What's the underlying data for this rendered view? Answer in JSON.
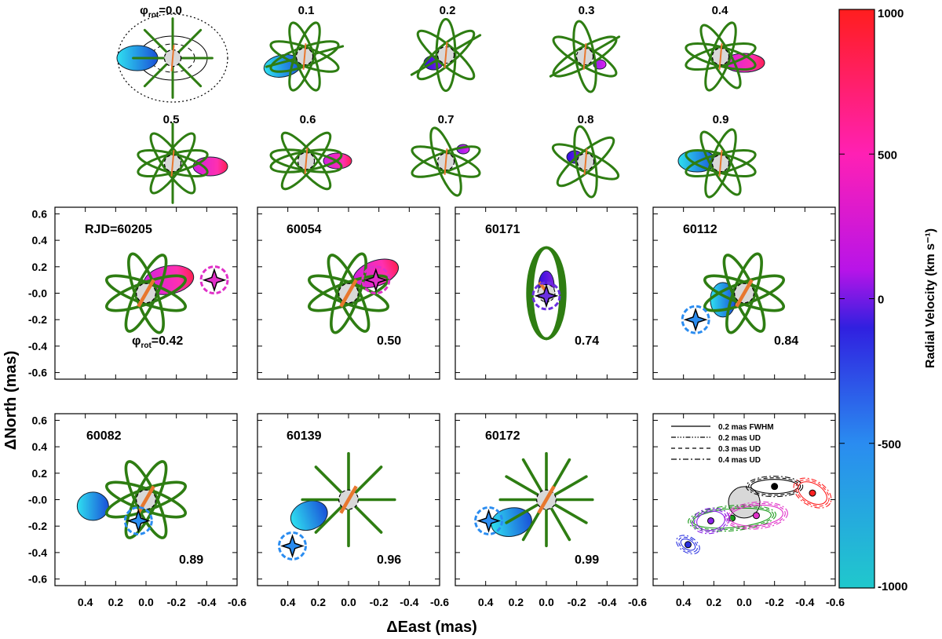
{
  "figure": {
    "phase_prefix": "φ",
    "phase_sub": "rot",
    "phase_eq": "=0.0",
    "top_phases": [
      "0.1",
      "0.2",
      "0.3",
      "0.4",
      "0.5",
      "0.6",
      "0.7",
      "0.8",
      "0.9"
    ],
    "panels": [
      {
        "rjd": "RJD=60205",
        "phase_prefix": "φ",
        "phase_sub": "rot",
        "phase": "=0.42"
      },
      {
        "rjd": "60054",
        "phase": "0.50"
      },
      {
        "rjd": "60171",
        "phase": "0.74"
      },
      {
        "rjd": "60112",
        "phase": "0.84"
      },
      {
        "rjd": "60082",
        "phase": "0.89"
      },
      {
        "rjd": "60139",
        "phase": "0.96"
      },
      {
        "rjd": "60172",
        "phase": "0.99"
      }
    ],
    "legend": [
      "0.2 mas FWHM",
      "0.2 mas UD",
      "0.3 mas UD",
      "0.4 mas UD"
    ],
    "xlabel": "ΔEast (mas)",
    "ylabel": "ΔNorth (mas)",
    "colorbar_label": "Radial Velocity (km s⁻¹)",
    "colors": {
      "disk": "#2e7d12",
      "star": "#d8d8d8",
      "spin": "#e8772e",
      "frame": "#000000"
    }
  },
  "chart_data": {
    "type": "scatter",
    "x_axis": {
      "label": "ΔEast (mas)",
      "range": [
        0.6,
        -0.6
      ],
      "ticks": [
        "0.4",
        "0.2",
        "0.0",
        "-0.2",
        "-0.4",
        "-0.6"
      ]
    },
    "y_axis": {
      "label": "ΔNorth (mas)",
      "range": [
        -0.65,
        0.65
      ],
      "ticks": [
        "0.6",
        "0.4",
        "0.2",
        "-0.0",
        "-0.2",
        "-0.4",
        "-0.6"
      ]
    },
    "colorbar": {
      "label": "Radial Velocity (km s⁻¹)",
      "range": [
        -1000,
        1000
      ],
      "ticks": [
        "1000",
        "500",
        "0",
        "-500",
        "-1000"
      ]
    },
    "companion": [
      {
        "rjd": "60205",
        "phase": 0.42,
        "x": -0.45,
        "y": 0.1,
        "rv": 650
      },
      {
        "rjd": "60054",
        "phase": 0.5,
        "x": -0.18,
        "y": 0.1,
        "rv": 700
      },
      {
        "rjd": "60171",
        "phase": 0.74,
        "x": 0.0,
        "y": -0.02,
        "rv": 150
      },
      {
        "rjd": "60112",
        "phase": 0.84,
        "x": 0.32,
        "y": -0.2,
        "rv": -650
      },
      {
        "rjd": "60082",
        "phase": 0.89,
        "x": 0.05,
        "y": -0.16,
        "rv": -700
      },
      {
        "rjd": "60139",
        "phase": 0.96,
        "x": 0.37,
        "y": -0.35,
        "rv": -700
      },
      {
        "rjd": "60172",
        "phase": 0.99,
        "x": 0.38,
        "y": -0.16,
        "rv": -750
      }
    ]
  }
}
